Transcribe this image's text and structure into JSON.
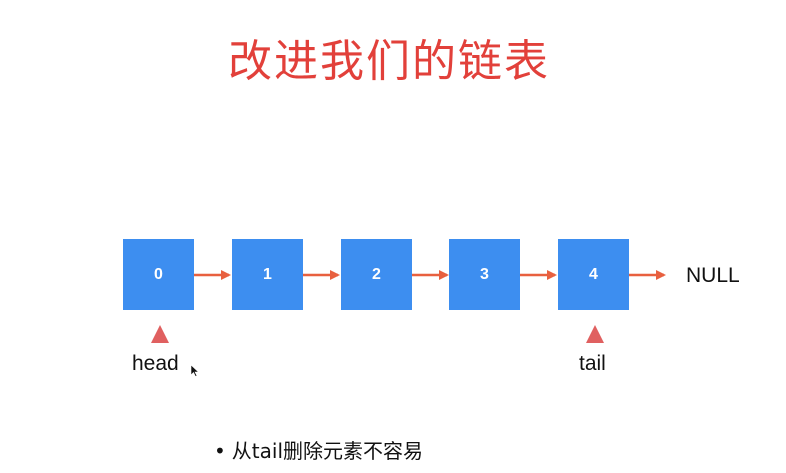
{
  "slide": {
    "title": "改进我们的链表",
    "null_label": "NULL",
    "bullet": {
      "marker": "•",
      "text": "从tail删除元素不容易"
    }
  },
  "linked_list": {
    "nodes": [
      {
        "value": "0"
      },
      {
        "value": "1"
      },
      {
        "value": "2"
      },
      {
        "value": "3"
      },
      {
        "value": "4"
      }
    ],
    "pointers": {
      "head": {
        "label": "head",
        "node_index": 0
      },
      "tail": {
        "label": "tail",
        "node_index": 4
      }
    }
  },
  "colors": {
    "title": "#e2403a",
    "node_fill": "#3d8ef0",
    "node_text": "#ffffff",
    "arrow": "#e8603f",
    "pointer_triangle": "#e06060",
    "text": "#111111"
  },
  "icons": {
    "pointer": "triangle-up-icon",
    "cursor": "mouse-cursor-icon"
  }
}
